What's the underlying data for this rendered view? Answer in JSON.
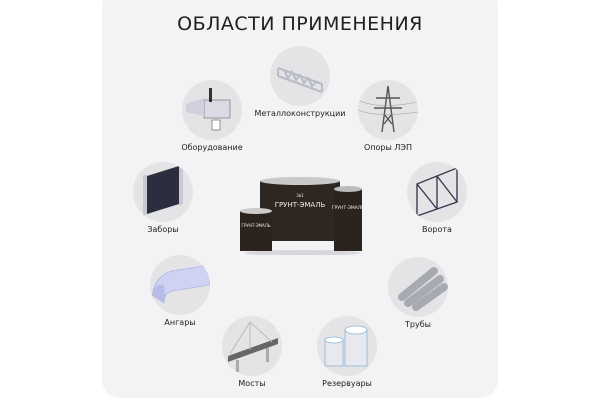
{
  "title": "ОБЛАСТИ ПРИМЕНЕНИЯ",
  "product": {
    "can_text": "ГРУНТ-ЭМАЛЬ",
    "badge": "3в1"
  },
  "items": [
    {
      "label": "Металлоконструкции",
      "icon": "truss-icon"
    },
    {
      "label": "Оборудование",
      "icon": "equipment-icon"
    },
    {
      "label": "Опоры ЛЭП",
      "icon": "power-tower-icon"
    },
    {
      "label": "Заборы",
      "icon": "fence-icon"
    },
    {
      "label": "Ворота",
      "icon": "gate-icon"
    },
    {
      "label": "Ангары",
      "icon": "hangar-icon"
    },
    {
      "label": "Трубы",
      "icon": "pipes-icon"
    },
    {
      "label": "Мосты",
      "icon": "bridge-icon"
    },
    {
      "label": "Резервуары",
      "icon": "tanks-icon"
    }
  ]
}
